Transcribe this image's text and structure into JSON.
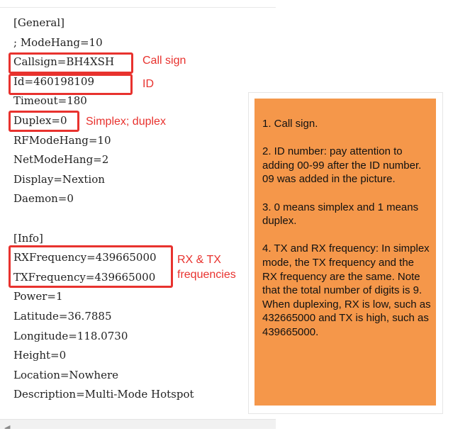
{
  "editor": {
    "lines": [
      "[General]",
      "; ModeHang=10",
      "Callsign=BH4XSH",
      "Id=460198109",
      "Timeout=180",
      "Duplex=0",
      "RFModeHang=10",
      "NetModeHang=2",
      "Display=Nextion",
      "Daemon=0",
      "",
      "[Info]",
      "RXFrequency=439665000",
      "TXFrequency=439665000",
      "Power=1",
      "Latitude=36.7885",
      "Longitude=118.0730",
      "Height=0",
      "Location=Nowhere",
      "Description=Multi-Mode Hotspot"
    ]
  },
  "annotations": {
    "callsign": "Call sign",
    "id": "ID",
    "duplex": "Simplex; duplex",
    "freq_line1": "RX & TX",
    "freq_line2": "frequencies"
  },
  "notes": [
    "1. Call sign.",
    "2. ID number: pay attention to adding 00-99 after the ID number. 09 was added in the picture.",
    "3. 0 means simplex and 1 means duplex.",
    "4. TX and RX frequency: In simplex mode, the TX frequency and the RX frequency are the same. Note that the total number of digits is 9. When duplexing, RX is low, such as 432665000 and TX is high, such as 439665000."
  ],
  "colors": {
    "highlight": "#e8322e",
    "note_background": "#f5974a"
  },
  "icons": {
    "scroll_left": "left-triangle"
  }
}
